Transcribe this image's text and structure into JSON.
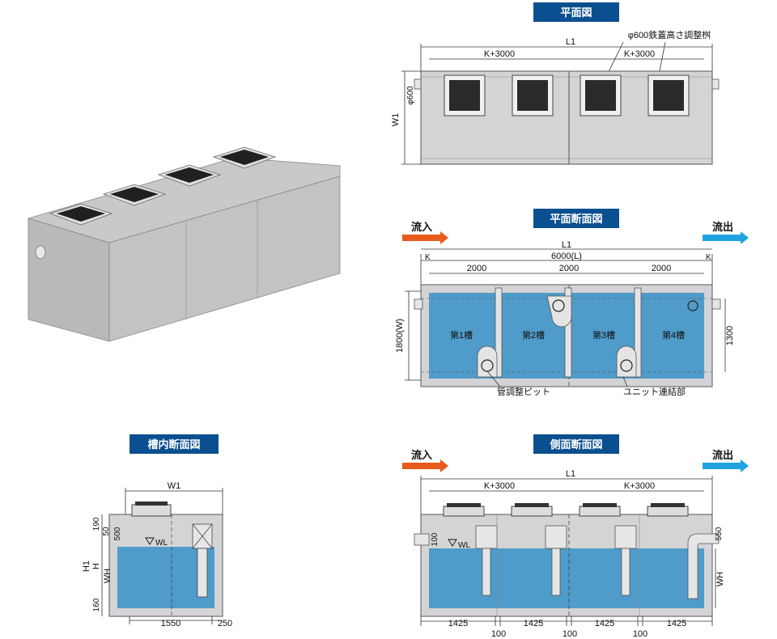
{
  "views": {
    "plan": {
      "title": "平面図",
      "callout": "φ600鉄蓋高さ調整桝",
      "length_label": "L1",
      "seg_label": "K+3000",
      "width_label": "W1",
      "dia_label": "φ600"
    },
    "plan_section": {
      "title": "平面断面図",
      "length_label": "L1",
      "inner_label": "6000(L)",
      "k_label": "K",
      "segments": [
        "2000",
        "2000",
        "2000"
      ],
      "tanks": [
        "第1槽",
        "第2槽",
        "第3槽",
        "第4槽"
      ],
      "width_label": "1800(W)",
      "right_label": "1300",
      "callout_left": "管調整ピット",
      "callout_right": "ユニット連結部"
    },
    "cross_section": {
      "title": "槽内断面図",
      "width_label": "W1",
      "h_labels": [
        "190",
        "50",
        "500",
        "160"
      ],
      "h1": "H1",
      "h": "H",
      "wh": "WH",
      "wl": "WL",
      "bottom_labels": [
        "1550",
        "250"
      ]
    },
    "side_section": {
      "title": "側面断面図",
      "length_label": "L1",
      "seg_label": "K+3000",
      "left_label": "100",
      "wl": "WL",
      "right_top": "550",
      "wh": "WH",
      "bottom_labels": [
        "1425",
        "1425",
        "1425",
        "1425"
      ],
      "gap_labels": [
        "100",
        "100",
        "100"
      ]
    }
  },
  "flow": {
    "in": "流入",
    "out": "流出"
  },
  "colors": {
    "title_bg": "#0a4f8f",
    "water": "#4f9bc9",
    "concrete": "#d4d4d6",
    "in_arrow": "#e85a1c",
    "out_arrow": "#1fa3e0"
  }
}
